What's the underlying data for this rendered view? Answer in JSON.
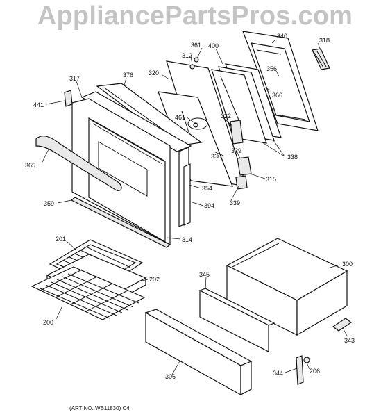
{
  "watermark": "AppliancePartsPros.com",
  "art_number": "(ART NO. WB11830) C4",
  "labels": {
    "p340": "340",
    "p318": "318",
    "p361": "361",
    "p400": "400",
    "p312": "312",
    "p356": "356",
    "p320": "320",
    "p317": "317",
    "p376": "376",
    "p366": "366",
    "p441": "441",
    "p461": "461",
    "p332": "332",
    "p329": "329",
    "p338": "338",
    "p330": "330",
    "p365": "365",
    "p315": "315",
    "p354": "354",
    "p339": "339",
    "p359": "359",
    "p394": "394",
    "p314": "314",
    "p201": "201",
    "p300": "300",
    "p345": "345",
    "p202": "202",
    "p200": "200",
    "p343": "343",
    "p206": "206",
    "p306": "306",
    "p344": "344"
  }
}
